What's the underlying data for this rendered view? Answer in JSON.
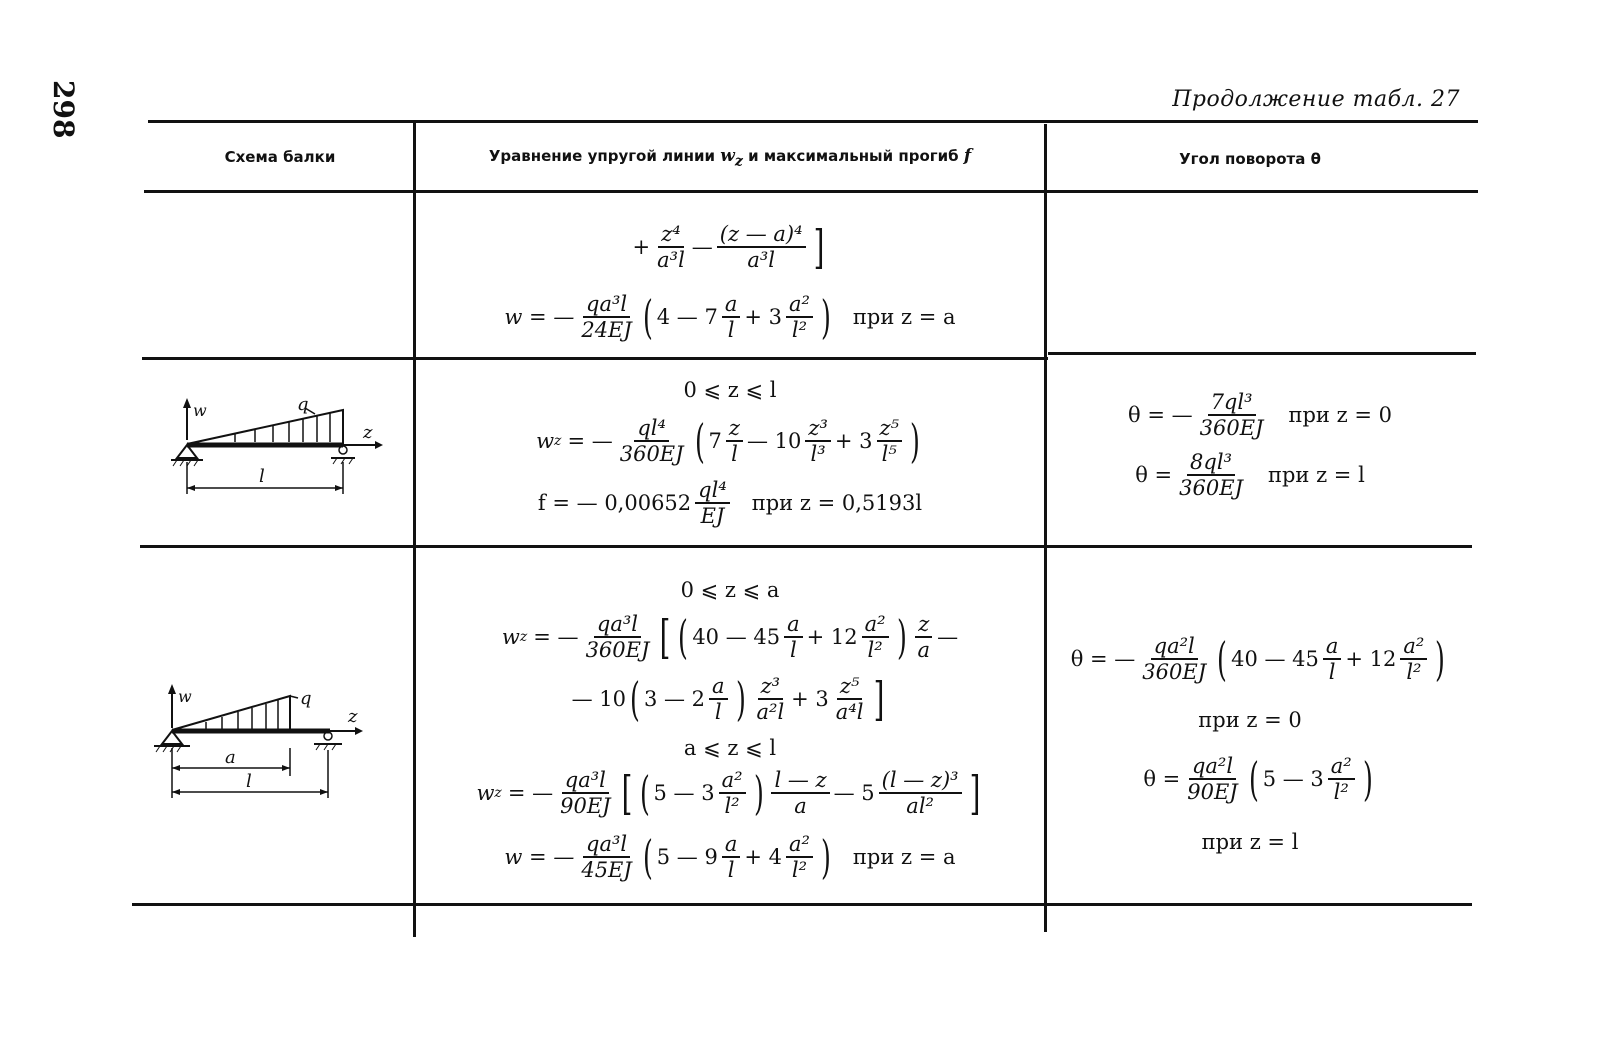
{
  "page": {
    "page_number": "298",
    "continuation": "Продолжение табл. 27"
  },
  "table": {
    "headers": {
      "scheme": "Схема балки",
      "equation_text": "Уравнение упругой линии",
      "equation_var": "w",
      "equation_sub": "z",
      "equation_tail": "и максимальный прогиб",
      "equation_f": "f",
      "angle": "Угол поворота θ"
    },
    "row1": {
      "cont_expr": [
        "+",
        "z⁴",
        "a³l",
        "—",
        "(z — a)⁴",
        "a³l",
        "]"
      ],
      "w_lhs": "w = —",
      "w_num": "qa³l",
      "w_den": "24EJ",
      "w_body": "4 — 7",
      "w_f1n": "a",
      "w_f1d": "l",
      "w_mid": "+ 3",
      "w_f2n": "a²",
      "w_f2d": "l²",
      "w_cond": "при z = a"
    },
    "row2": {
      "beam_labels": {
        "w": "w",
        "q": "q",
        "z": "z",
        "l": "l"
      },
      "range": "0 ⩽ z ⩽ l",
      "wz_lhs": "w",
      "wz_sub": "z",
      "wz_eq": "= —",
      "wz_num": "ql⁴",
      "wz_den": "360EJ",
      "t1": "7",
      "t1n": "z",
      "t1d": "l",
      "t2": "— 10",
      "t2n": "z³",
      "t2d": "l³",
      "t3": "+ 3",
      "t3n": "z⁵",
      "t3d": "l⁵",
      "f_lhs": "f = — 0,00652",
      "f_num": "ql⁴",
      "f_den": "EJ",
      "f_cond": "при z = 0,5193l",
      "theta1_lhs": "θ = —",
      "theta1_num": "7ql³",
      "theta1_den": "360EJ",
      "theta1_cond": "при z = 0",
      "theta2_lhs": "θ =",
      "theta2_num": "8ql³",
      "theta2_den": "360EJ",
      "theta2_cond": "при z = l"
    },
    "row3": {
      "beam_labels": {
        "w": "w",
        "q": "q",
        "z": "z",
        "a": "a",
        "l": "l"
      },
      "range1": "0 ⩽ z ⩽ a",
      "e1_lhs": "w",
      "e1_sub": "z",
      "e1_eq": "= —",
      "e1_num": "qa³l",
      "e1_den": "360EJ",
      "e1_a": "40 — 45",
      "e1_an": "a",
      "e1_ad": "l",
      "e1_b": "+ 12",
      "e1_bn": "a²",
      "e1_bd": "l²",
      "e1_cn": "z",
      "e1_cd": "a",
      "e1_tail": "—",
      "e2_a": "— 10",
      "e2_b": "3 — 2",
      "e2_bn": "a",
      "e2_bd": "l",
      "e2_cn": "z³",
      "e2_cd": "a²l",
      "e2_d": "+ 3",
      "e2_dn": "z⁵",
      "e2_dd": "a⁴l",
      "range2": "a ⩽ z ⩽ l",
      "e3_lhs": "w",
      "e3_sub": "z",
      "e3_eq": "= —",
      "e3_num": "qa³l",
      "e3_den": "90EJ",
      "e3_a": "5 — 3",
      "e3_an": "a²",
      "e3_ad": "l²",
      "e3_bn": "l — z",
      "e3_bd": "a",
      "e3_c": "— 5",
      "e3_cn": "(l — z)³",
      "e3_cd": "al²",
      "e4_lhs": "w = —",
      "e4_num": "qa³l",
      "e4_den": "45EJ",
      "e4_a": "5 — 9",
      "e4_an": "a",
      "e4_ad": "l",
      "e4_b": "+ 4",
      "e4_bn": "a²",
      "e4_bd": "l²",
      "e4_cond": "при z = a",
      "th1_lhs": "θ = —",
      "th1_num": "qa²l",
      "th1_den": "360EJ",
      "th1_a": "40 — 45",
      "th1_an": "a",
      "th1_ad": "l",
      "th1_b": "+ 12",
      "th1_bn": "a²",
      "th1_bd": "l²",
      "th1_cond": "при z = 0",
      "th2_lhs": "θ =",
      "th2_num": "qa²l",
      "th2_den": "90EJ",
      "th2_a": "5 — 3",
      "th2_an": "a²",
      "th2_ad": "l²",
      "th2_cond": "при z = l"
    }
  }
}
